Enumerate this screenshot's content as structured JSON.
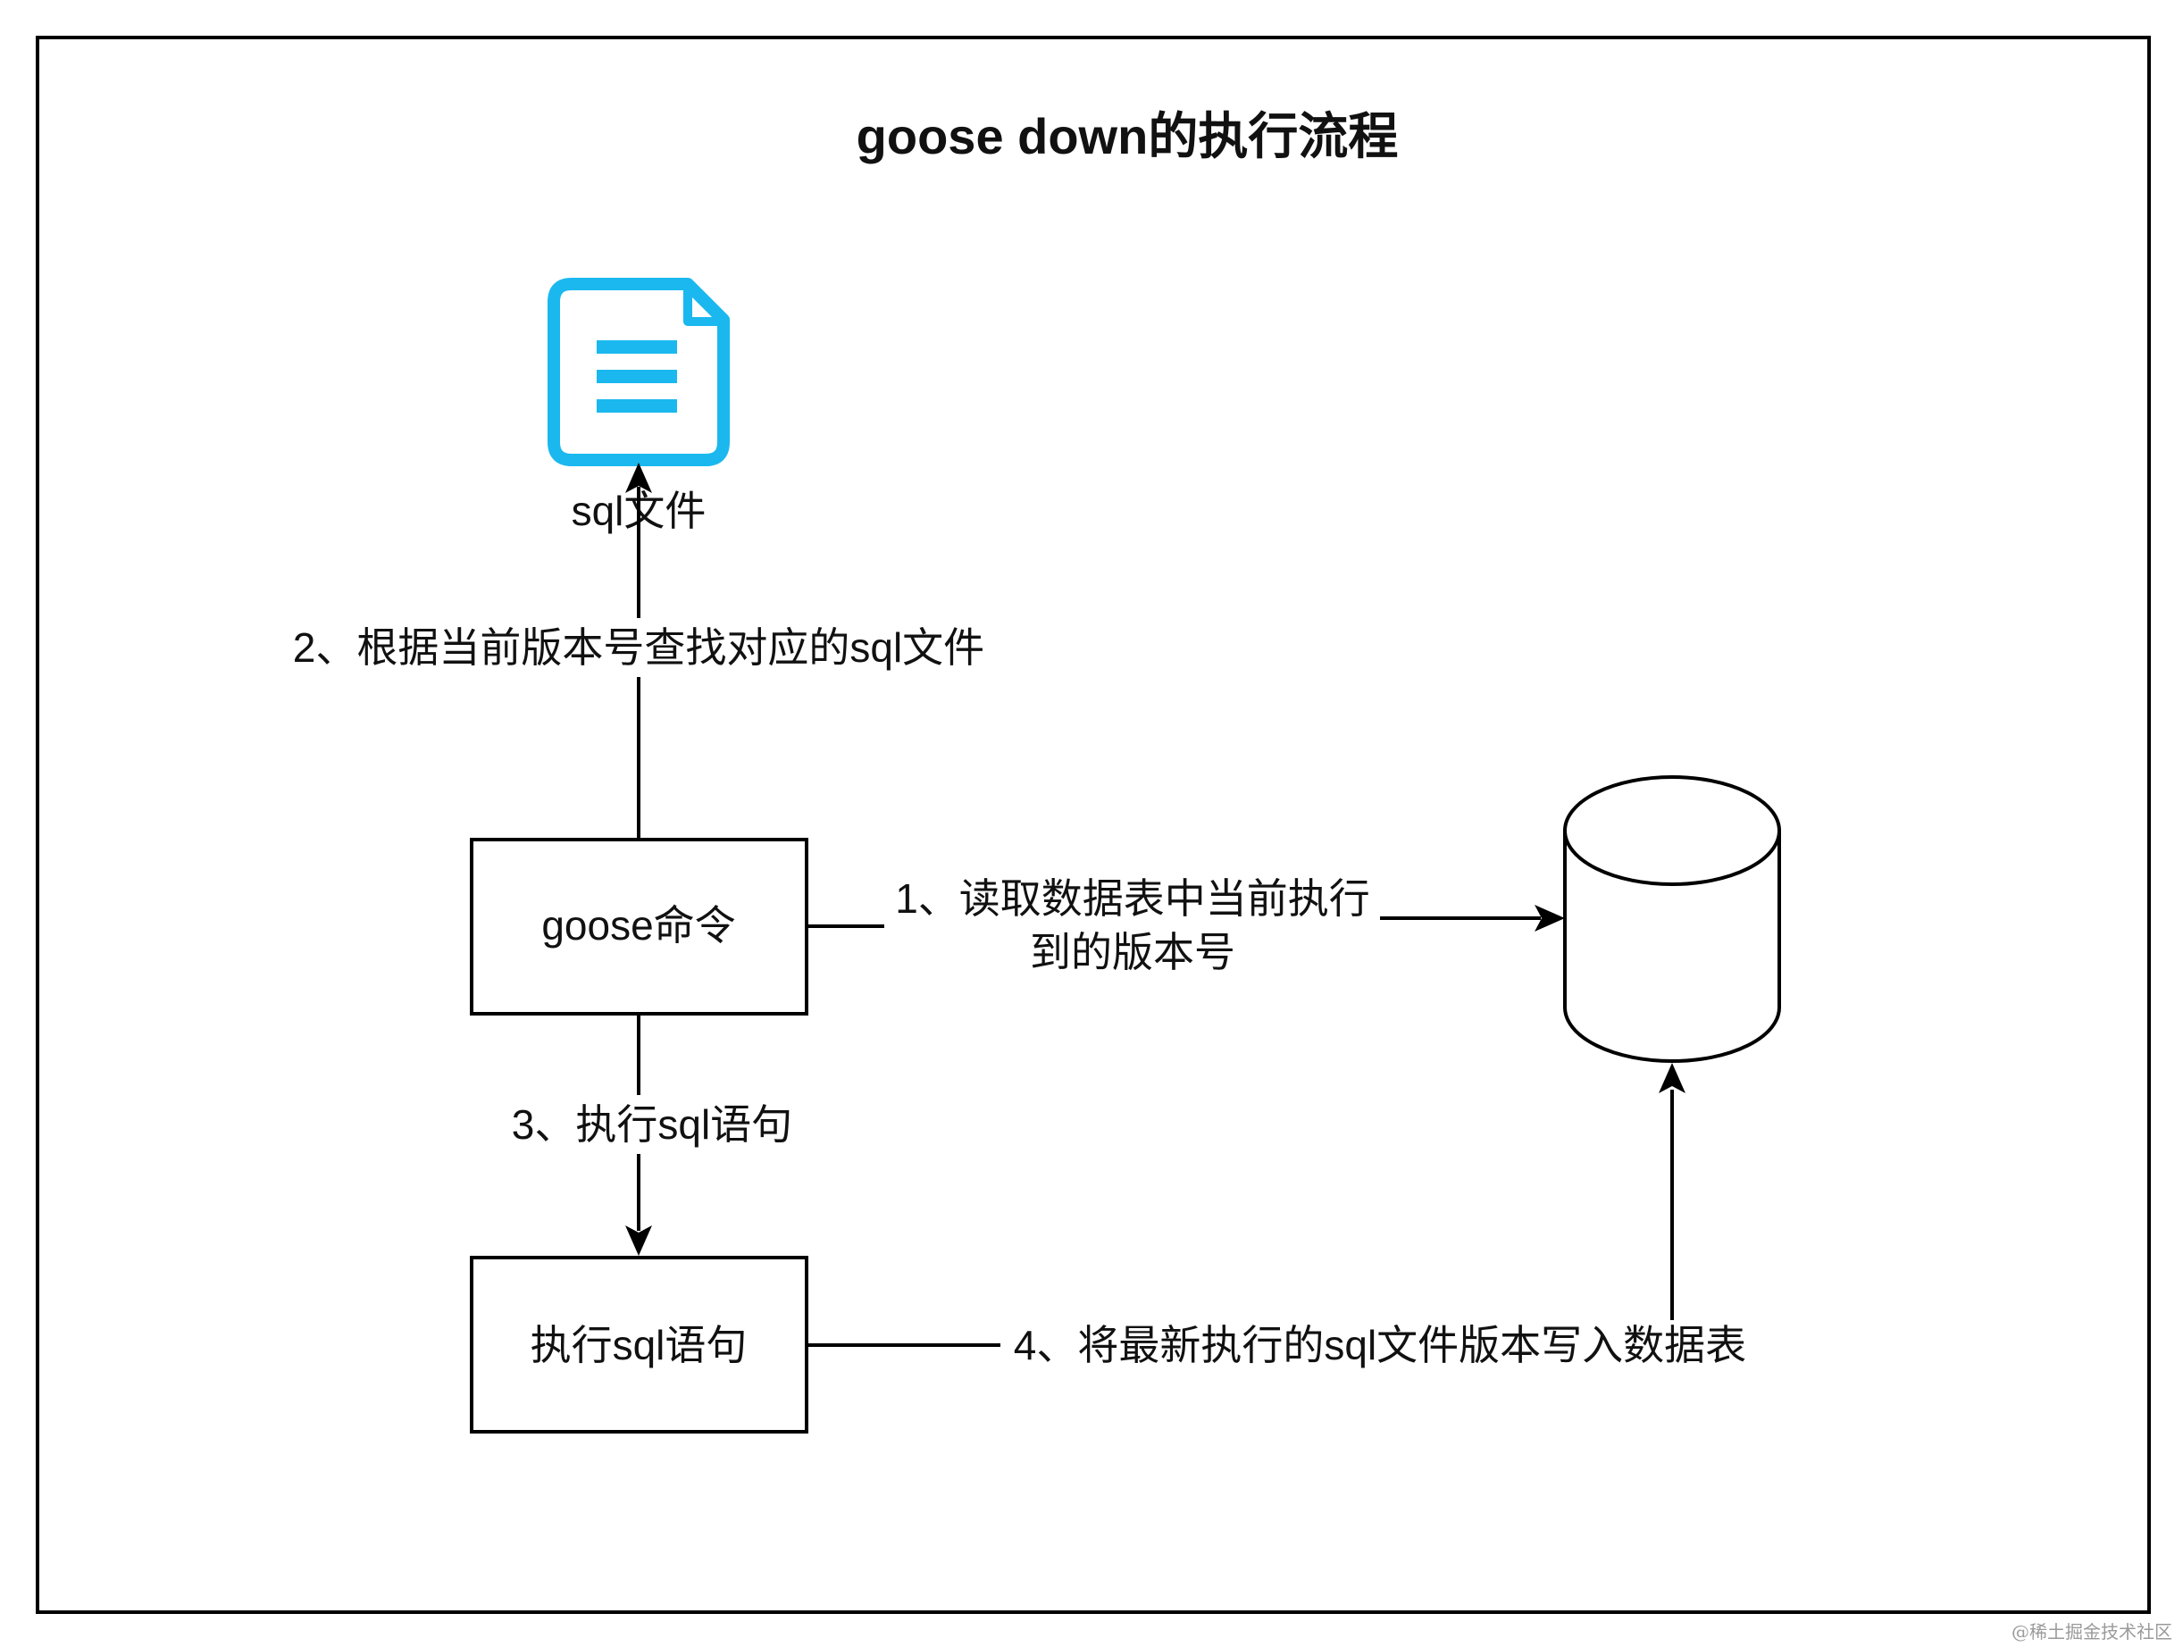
{
  "diagram": {
    "title": "goose down的执行流程",
    "nodes": {
      "sql_file": {
        "label": "sql文件",
        "icon": "document-icon",
        "icon_color": "#1ab8ee"
      },
      "goose_command": {
        "label": "goose命令"
      },
      "execute_sql": {
        "label": "执行sql语句"
      },
      "database": {
        "label": "",
        "icon": "database-cylinder"
      }
    },
    "edges": {
      "step1": {
        "from": "goose_command",
        "to": "database",
        "label_line1": "1、读取数据表中当前执行",
        "label_line2": "到的版本号"
      },
      "step2": {
        "from": "goose_command",
        "to": "sql_file",
        "label": "2、根据当前版本号查找对应的sql文件"
      },
      "step3": {
        "from": "goose_command",
        "to": "execute_sql",
        "label": "3、执行sql语句"
      },
      "step4": {
        "from": "execute_sql",
        "to": "database",
        "label": "4、将最新执行的sql文件版本写入数据表"
      }
    }
  },
  "watermark": "@稀土掘金技术社区"
}
